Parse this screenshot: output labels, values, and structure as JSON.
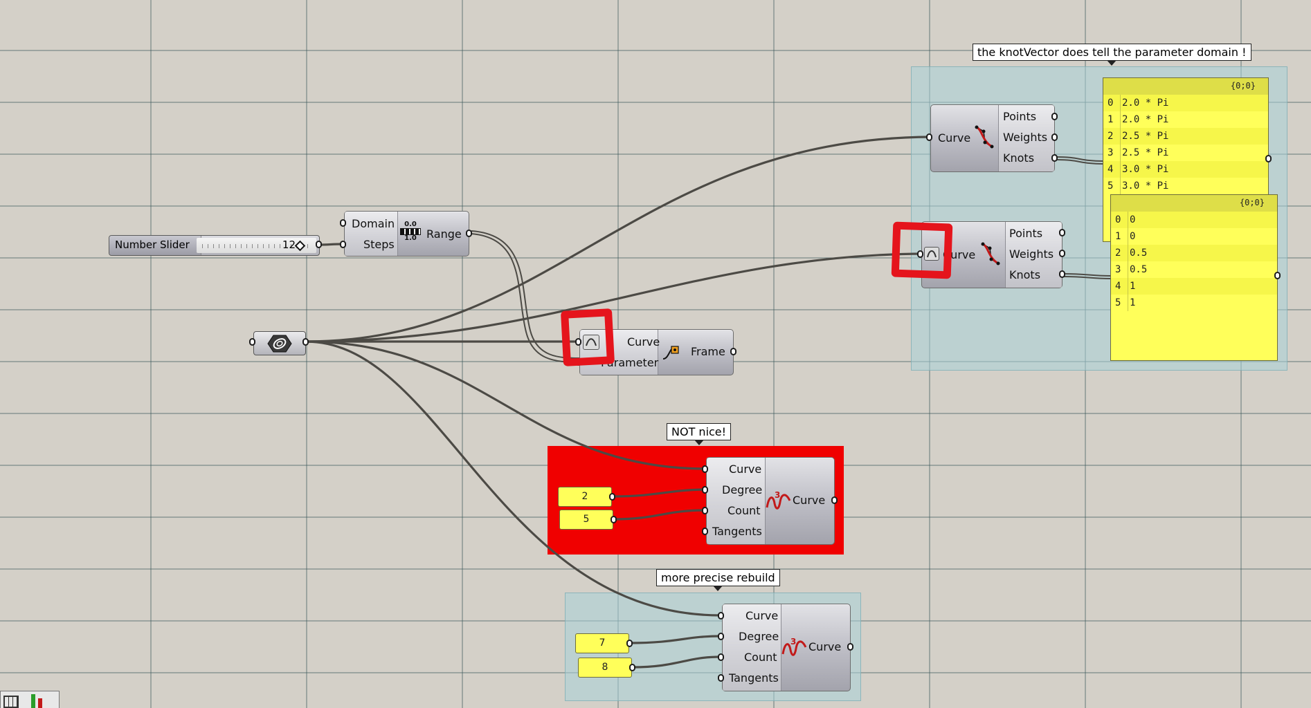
{
  "notes": {
    "knot_note": "the knotVector does tell the parameter domain !",
    "not_nice": "NOT nice!",
    "precise": "more precise rebuild"
  },
  "slider": {
    "name": "Number Slider",
    "value": "12"
  },
  "range": {
    "in1": "Domain",
    "in2": "Steps",
    "icon_top": "0.0",
    "icon_bottom": "1.0",
    "out": "Range"
  },
  "frame": {
    "in1": "Curve",
    "in2": "Parameter",
    "out": "Frame"
  },
  "control1": {
    "in": "Curve",
    "out1": "Points",
    "out2": "Weights",
    "out3": "Knots"
  },
  "control2": {
    "in": "Curve",
    "out1": "Points",
    "out2": "Weights",
    "out3": "Knots"
  },
  "panel1": {
    "path": "{0;0}",
    "rows": [
      {
        "i": "0",
        "v": "2.0 * Pi"
      },
      {
        "i": "1",
        "v": "2.0 * Pi"
      },
      {
        "i": "2",
        "v": "2.5 * Pi"
      },
      {
        "i": "3",
        "v": "2.5 * Pi"
      },
      {
        "i": "4",
        "v": "3.0 * Pi"
      },
      {
        "i": "5",
        "v": "3.0 * Pi"
      }
    ]
  },
  "panel2": {
    "path": "{0;0}",
    "rows": [
      {
        "i": "0",
        "v": "0"
      },
      {
        "i": "1",
        "v": "0"
      },
      {
        "i": "2",
        "v": "0.5"
      },
      {
        "i": "3",
        "v": "0.5"
      },
      {
        "i": "4",
        "v": "1"
      },
      {
        "i": "5",
        "v": "1"
      }
    ]
  },
  "rebuild1": {
    "in1": "Curve",
    "in2": "Degree",
    "in3": "Count",
    "in4": "Tangents",
    "out": "Curve",
    "degree": "2",
    "count": "5"
  },
  "rebuild2": {
    "in1": "Curve",
    "in2": "Degree",
    "in3": "Count",
    "in4": "Tangents",
    "out": "Curve",
    "degree": "7",
    "count": "8"
  },
  "colors": {
    "canvas": "#d4d0c8",
    "group": "#a8d2d8",
    "red_group": "#f00000",
    "panel": "#ffff5a",
    "marker": "#e5141c"
  }
}
